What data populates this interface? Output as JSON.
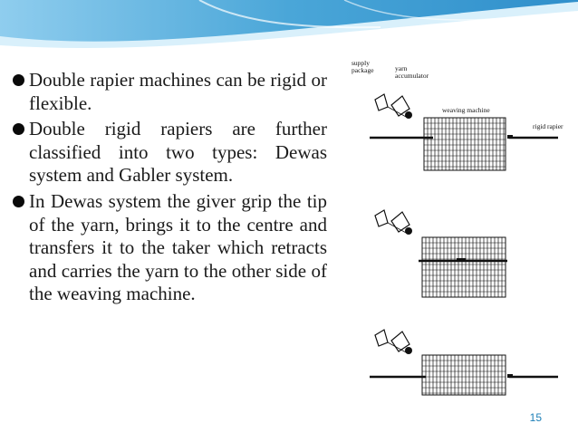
{
  "bullets": [
    {
      "text": "Double rapier machines can be rigid or flexible."
    },
    {
      "text": "Double rigid rapiers are further classified into two types: Dewas system and Gabler system."
    },
    {
      "text": "In Dewas system the giver grip the tip of the yarn, brings it to the centre and transfers it to the taker which retracts and carries the yarn to the other side of the weaving machine."
    }
  ],
  "figure": {
    "label_supply_1": "supply",
    "label_supply_2": "package",
    "label_accum_1": "yarn",
    "label_accum_2": "accumulator",
    "label_machine": "weaving machine",
    "label_rapier": "rigid rapier"
  },
  "page_number": "15",
  "colors": {
    "header_blue": "#4aa6d8",
    "header_light": "#bfe3f5",
    "page_number": "#1c7fb7"
  }
}
